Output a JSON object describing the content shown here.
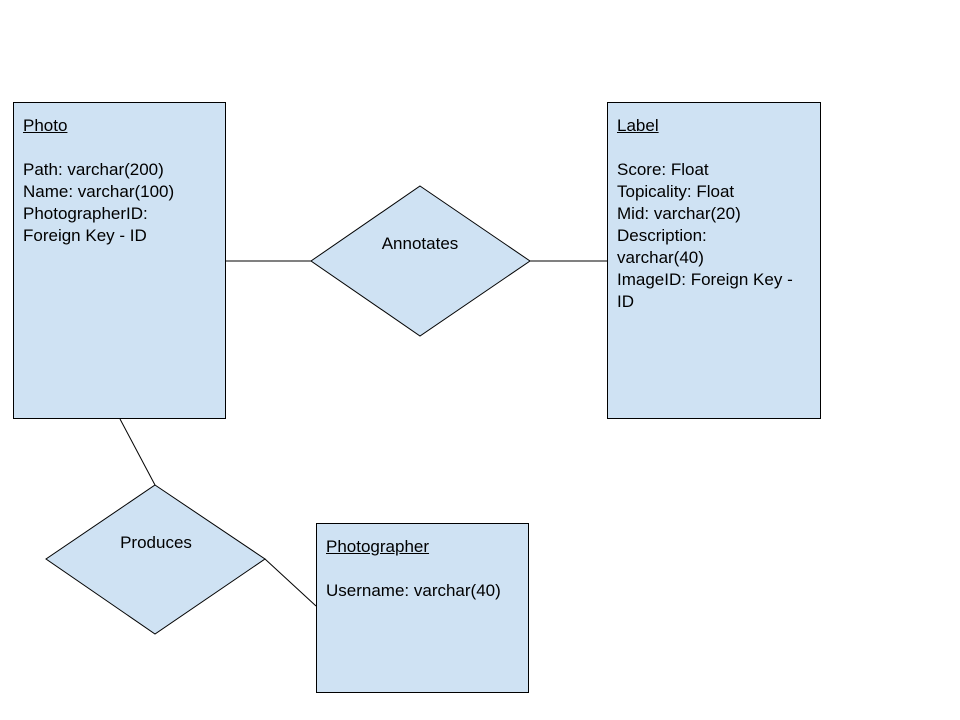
{
  "entities": {
    "photo": {
      "title": "Photo",
      "attributes": [
        "Path: varchar(200)",
        "Name: varchar(100)",
        "PhotographerID:",
        "Foreign Key - ID"
      ]
    },
    "label": {
      "title": "Label",
      "attributes": [
        "Score: Float",
        "Topicality: Float",
        "Mid: varchar(20)",
        "Description:",
        "varchar(40)",
        "ImageID: Foreign Key -",
        "ID"
      ]
    },
    "photographer": {
      "title": "Photographer",
      "attributes": [
        "Username: varchar(40)"
      ]
    }
  },
  "relationships": {
    "annotates": {
      "label": "Annotates"
    },
    "produces": {
      "label": "Produces"
    }
  },
  "colors": {
    "fill": "#cfe2f3",
    "stroke": "#000000"
  }
}
